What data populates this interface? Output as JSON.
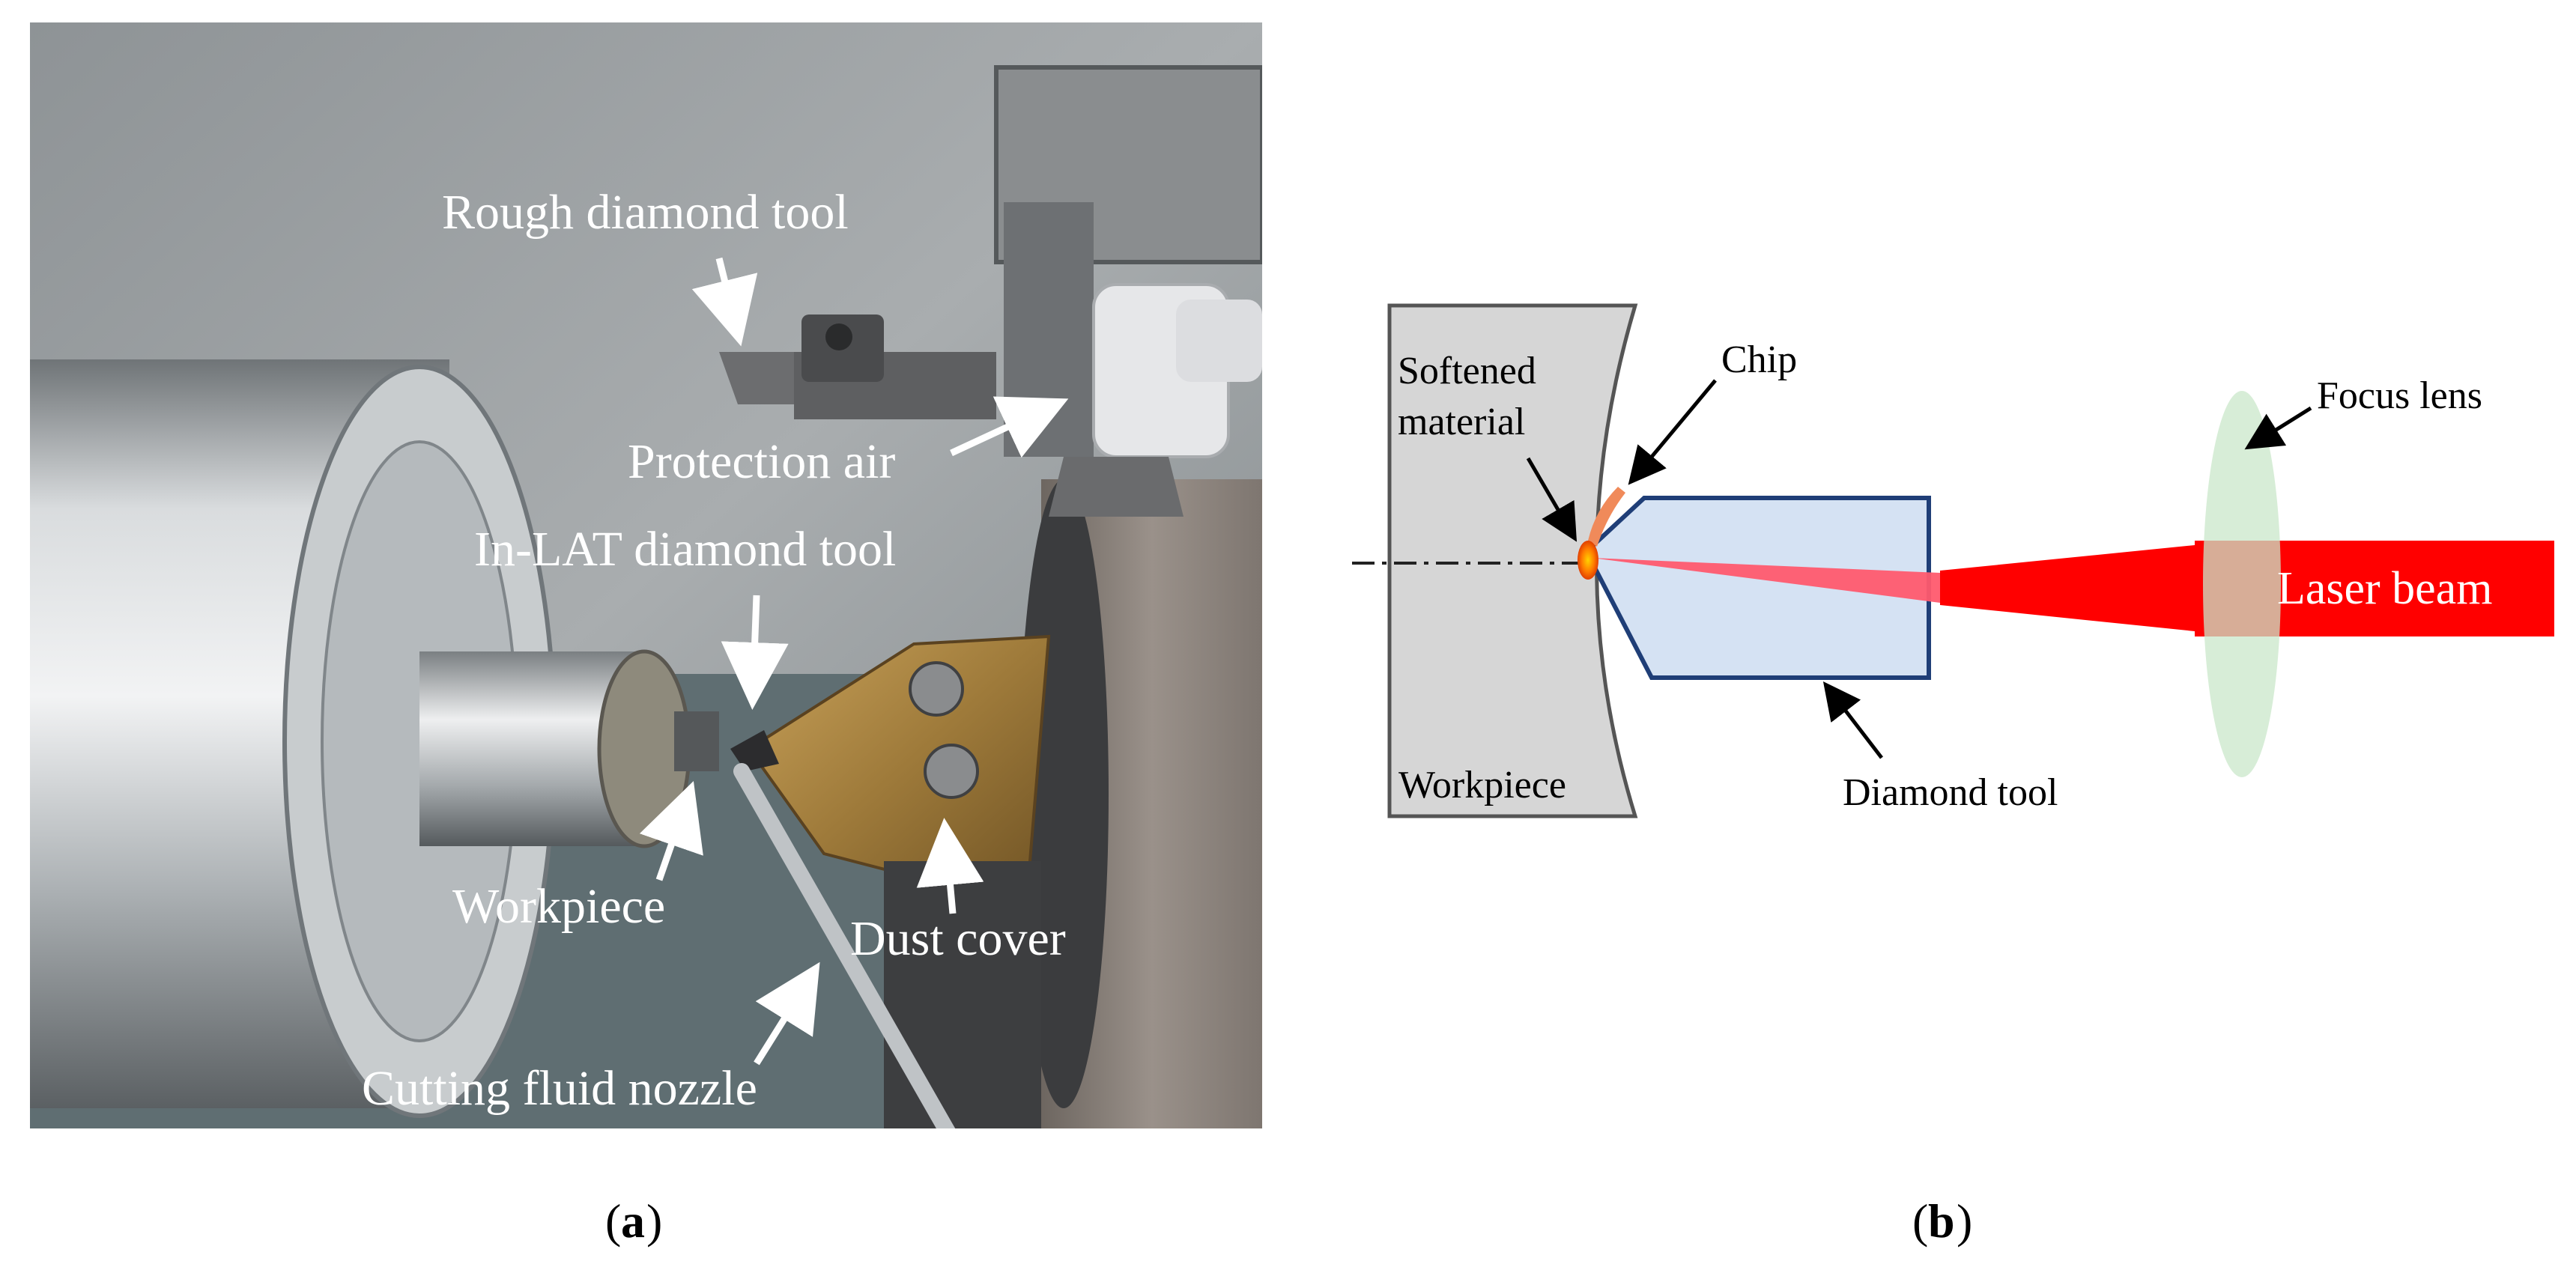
{
  "panel_a": {
    "caption_letter": "a",
    "labels": {
      "rough_tool": "Rough diamond tool",
      "protection_air": "Protection air",
      "inlat_tool": "In-LAT diamond tool",
      "workpiece": "Workpiece",
      "dust_cover": "Dust cover",
      "nozzle": "Cutting fluid nozzle"
    }
  },
  "panel_b": {
    "caption_letter": "b",
    "labels": {
      "softened_1": "Softened",
      "softened_2": "material",
      "chip": "Chip",
      "focus_lens": "Focus lens",
      "laser_beam": "Laser beam",
      "workpiece": "Workpiece",
      "diamond_tool": "Diamond tool"
    }
  },
  "colors": {
    "laser": "#ff0000",
    "lens": "#d4ecd4",
    "tool_fill": "#d5e2f3",
    "tool_stroke": "#1f3e77",
    "workpiece_fill": "#d6d6d6",
    "spot": "#ff7a00"
  }
}
